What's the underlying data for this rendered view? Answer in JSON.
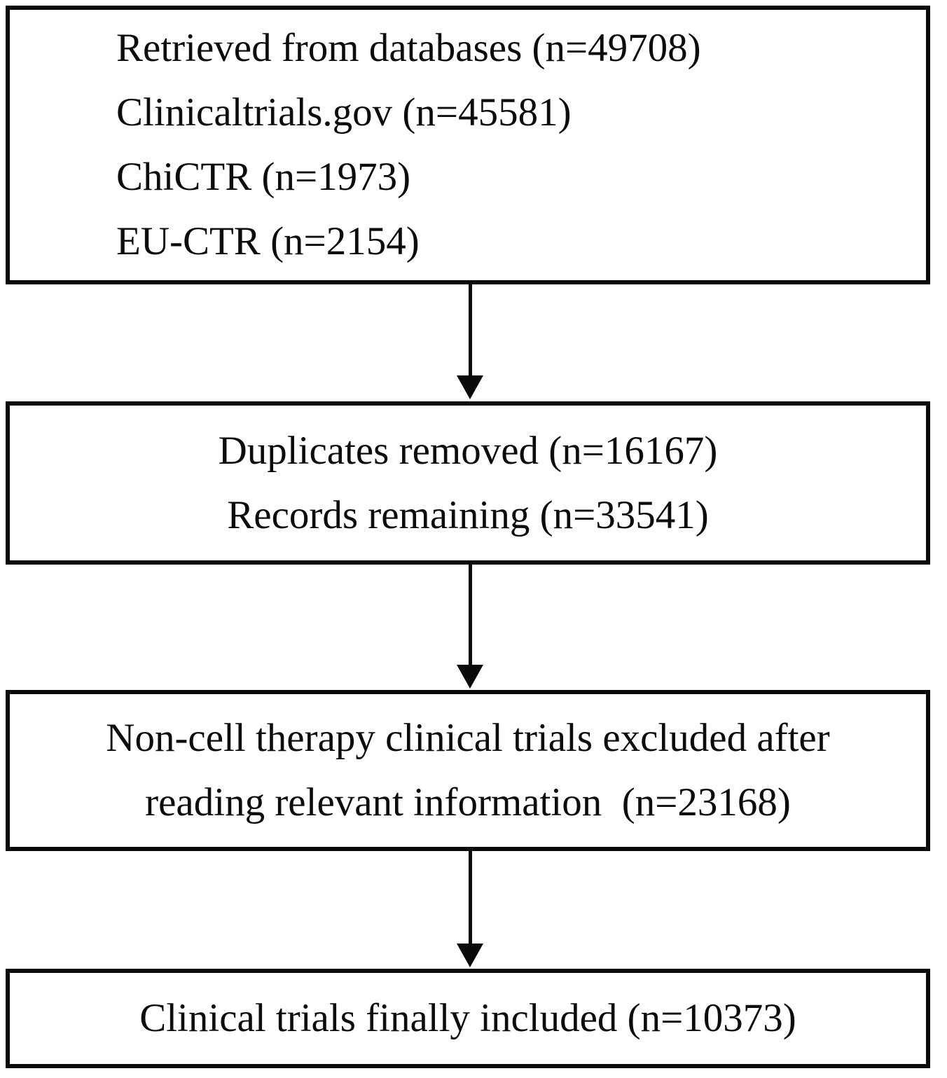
{
  "diagram": {
    "type": "flowchart",
    "colors": {
      "border": "#0a0a0a",
      "text": "#0c0c0c",
      "background": "#ffffff",
      "arrow": "#0a0a0a"
    },
    "boxes": [
      {
        "id": "retrieved",
        "align": "left",
        "lines": [
          "Retrieved from databases (n=49708)",
          "Clinicaltrials.gov (n=45581)",
          "ChiCTR (n=1973)",
          "EU-CTR (n=2154)"
        ]
      },
      {
        "id": "duplicates",
        "align": "center",
        "lines": [
          "Duplicates removed (n=16167)",
          "Records remaining (n=33541)"
        ]
      },
      {
        "id": "excluded",
        "align": "center",
        "lines": [
          "Non-cell therapy clinical trials excluded after",
          "reading relevant information  (n=23168)"
        ]
      },
      {
        "id": "included",
        "align": "center",
        "lines": [
          "Clinical trials finally included (n=10373)"
        ]
      }
    ],
    "arrows": [
      {
        "from": "retrieved",
        "to": "duplicates",
        "direction": "down"
      },
      {
        "from": "duplicates",
        "to": "excluded",
        "direction": "down"
      },
      {
        "from": "excluded",
        "to": "included",
        "direction": "down"
      }
    ]
  }
}
